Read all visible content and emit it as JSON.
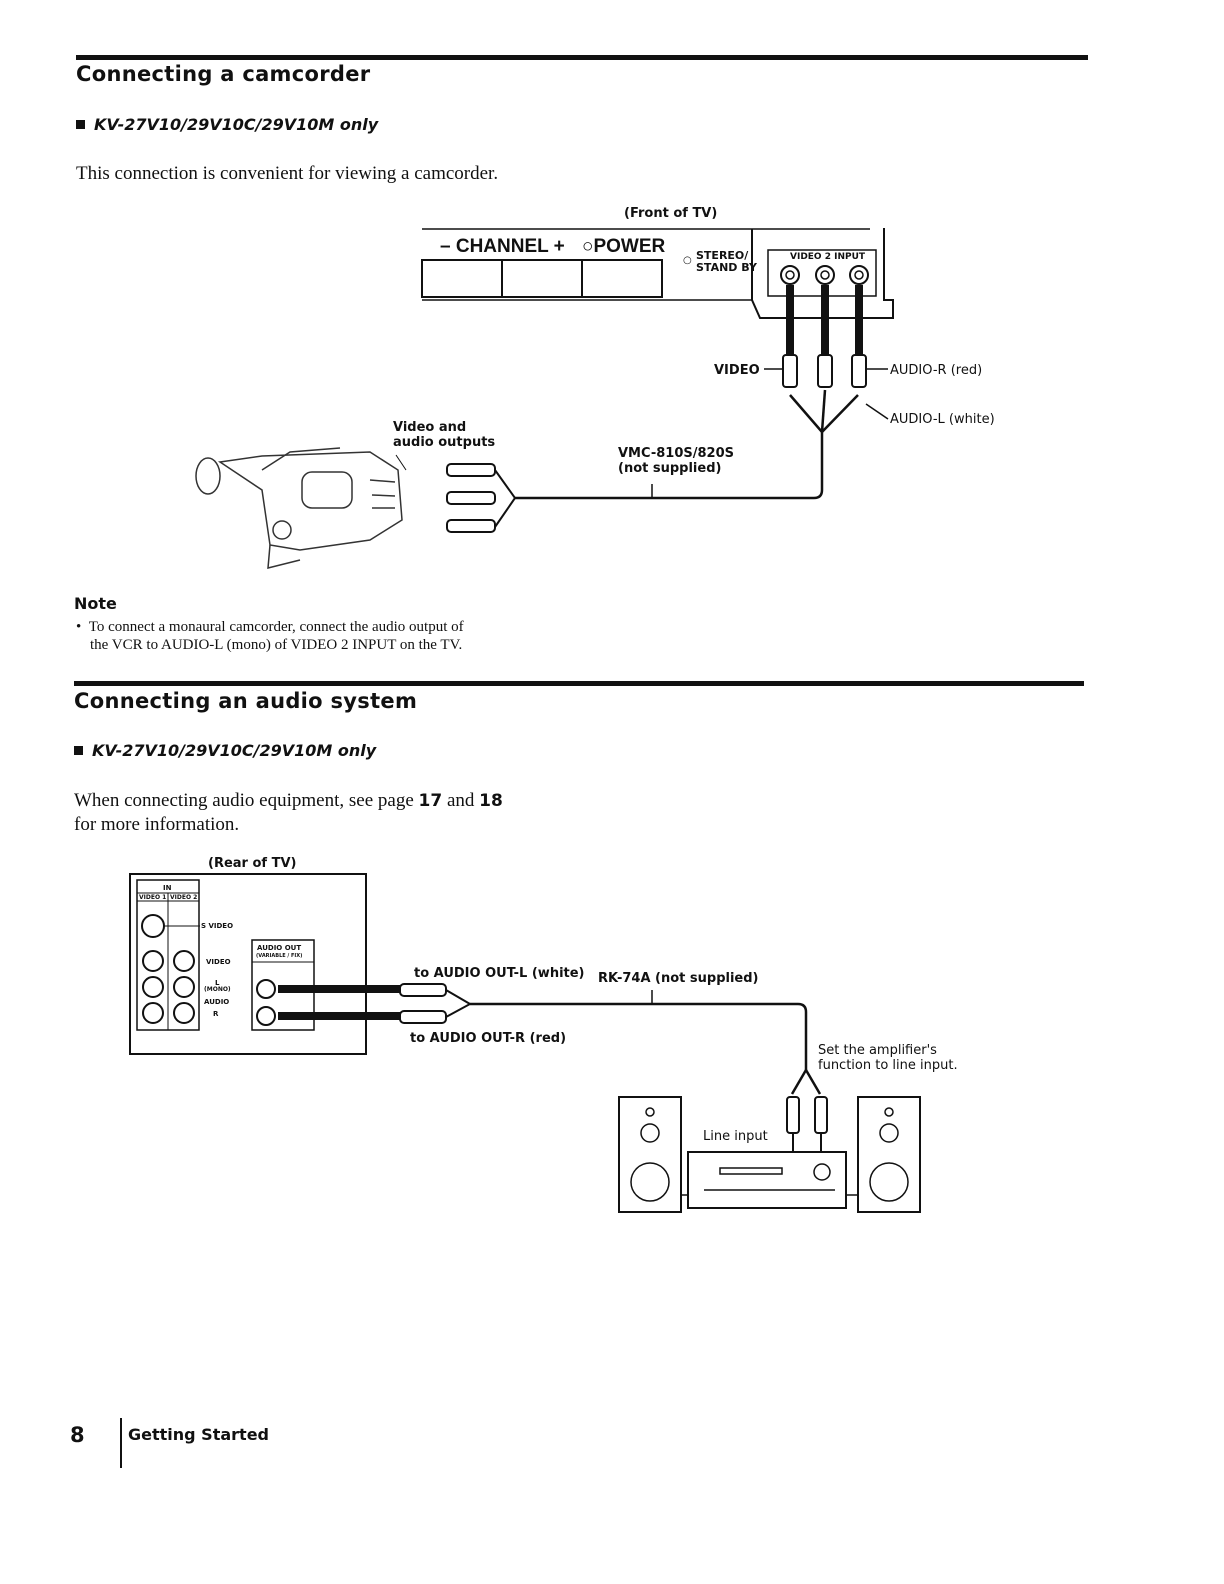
{
  "section1": {
    "title": "Connecting a camcorder",
    "models": "KV-27V10/29V10C/29V10M only",
    "intro": "This connection is convenient for viewing a camcorder."
  },
  "diagram1": {
    "front_of_tv": "(Front of TV)",
    "channel": "– CHANNEL +",
    "power": "POWER",
    "stereo": "STEREO/",
    "standby": "STAND BY",
    "video2_input": "VIDEO 2 INPUT",
    "video_label": "VIDEO",
    "audio_r": "AUDIO-R (red)",
    "audio_l": "AUDIO-L (white)",
    "outputs_line1": "Video and",
    "outputs_line2": "audio outputs",
    "cable_line1": "VMC-810S/820S",
    "cable_line2": "(not supplied)"
  },
  "note": {
    "heading": "Note",
    "line1": "To connect a monaural camcorder, connect the audio output of",
    "line2": "the VCR to AUDIO-L (mono) of VIDEO 2 INPUT on the TV."
  },
  "section2": {
    "title": "Connecting an audio system",
    "models": "KV-27V10/29V10C/29V10M only",
    "intro_pre": "When connecting audio equipment, see page ",
    "page_a": "17",
    "intro_mid": " and ",
    "page_b": "18",
    "intro_line2": "for more information."
  },
  "diagram2": {
    "rear_of_tv": "(Rear of TV)",
    "panel_in": "IN",
    "panel_video1": "VIDEO 1",
    "panel_video2": "VIDEO 2",
    "panel_svideo": "S VIDEO",
    "panel_video": "VIDEO",
    "panel_l": "L",
    "panel_mono": "(MONO)",
    "panel_audio": "AUDIO",
    "panel_r": "R",
    "audio_out": "AUDIO OUT",
    "variable_fix": "(VARIABLE / FIX)",
    "to_out_l": "to AUDIO OUT-L (white)",
    "to_out_r": "to AUDIO OUT-R (red)",
    "cable": "RK-74A (not supplied)",
    "set_amp_line1": "Set the amplifier's",
    "set_amp_line2": "function to line input.",
    "line_input": "Line input"
  },
  "footer": {
    "page_number": "8",
    "section": "Getting Started"
  }
}
